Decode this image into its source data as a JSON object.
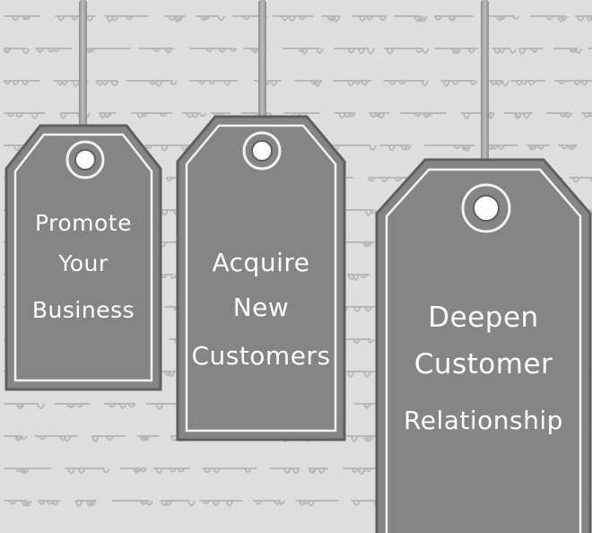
{
  "tags": [
    {
      "label_lines": [
        "Promote",
        "Your",
        "Business"
      ]
    },
    {
      "label_lines": [
        "Acquire",
        "New",
        "Customers"
      ]
    },
    {
      "label_lines": [
        "Deepen",
        "Customer",
        "Relationship"
      ]
    }
  ],
  "colors": {
    "tag_fill": "#858585",
    "tag_border": "#5f5f5f",
    "tag_inner_border": "#f2f2f2",
    "string": "#a8a8a8",
    "background": "#dedede",
    "background_script": "#9a9a9a"
  }
}
